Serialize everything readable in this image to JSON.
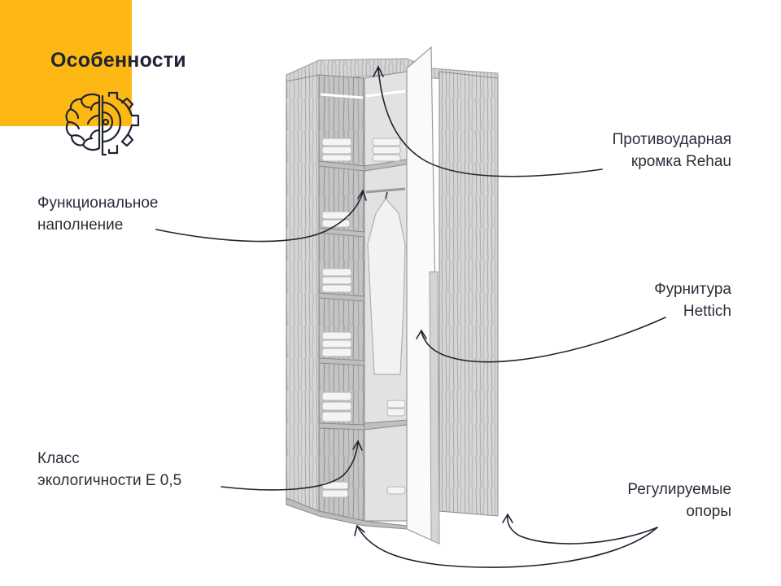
{
  "header": {
    "title": "Особенности",
    "accent_color": "#FDB813",
    "icon": "brain-gear-icon"
  },
  "features": {
    "left": [
      {
        "label": "Функциональное\nнаполнение"
      },
      {
        "label": "Класс\nэкологичности Е 0,5"
      }
    ],
    "right": [
      {
        "label": "Противоударная\nкромка Rehau"
      },
      {
        "label": "Фурнитура\nHettich"
      },
      {
        "label": "Регулируемые\nопоры"
      }
    ]
  },
  "product": {
    "name_icon": "corner-wardrobe-illustration",
    "finish_color": "#cfcfcf",
    "door_color": "#fafafa"
  },
  "colors": {
    "text": "#1f2433",
    "line": "#1f2433"
  }
}
